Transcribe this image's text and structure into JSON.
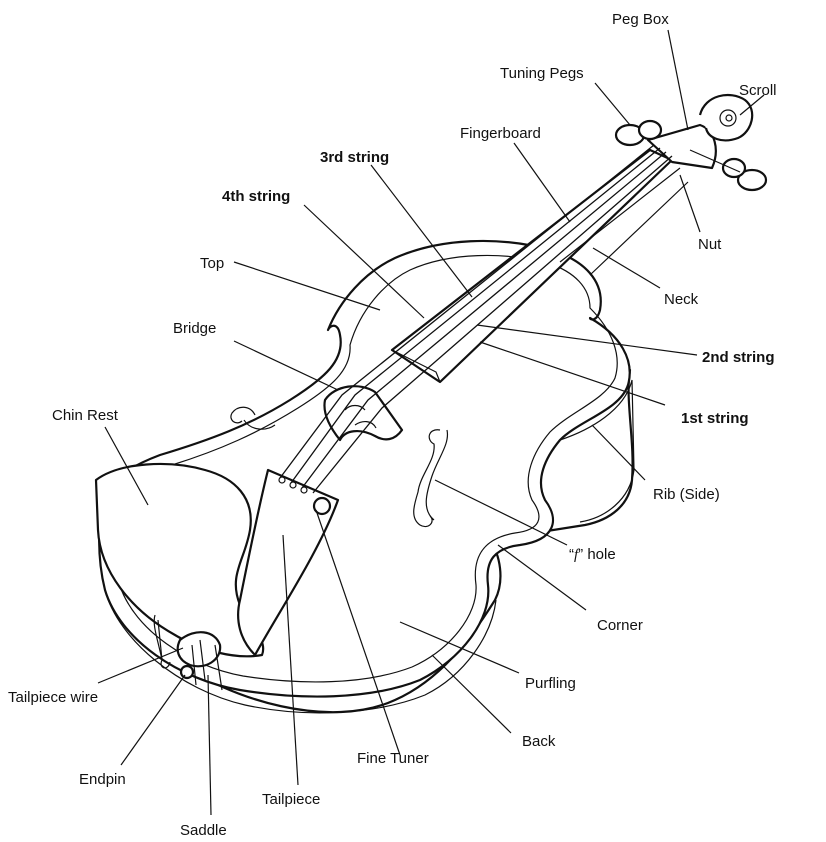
{
  "labels": {
    "peg_box": "Peg Box",
    "scroll": "Scroll",
    "tuning_pegs": "Tuning Pegs",
    "fingerboard": "Fingerboard",
    "string_3": "3rd string",
    "string_4": "4th string",
    "top": "Top",
    "nut": "Nut",
    "neck": "Neck",
    "bridge": "Bridge",
    "string_2": "2nd string",
    "string_1": "1st string",
    "chin_rest": "Chin Rest",
    "rib": "Rib (Side)",
    "f_hole_f": "f",
    "f_hole_rest": "” hole",
    "corner": "Corner",
    "purfling": "Purfling",
    "tailpiece_wire": "Tailpiece wire",
    "back": "Back",
    "fine_tuner": "Fine Tuner",
    "endpin": "Endpin",
    "tailpiece": "Tailpiece",
    "saddle": "Saddle"
  }
}
